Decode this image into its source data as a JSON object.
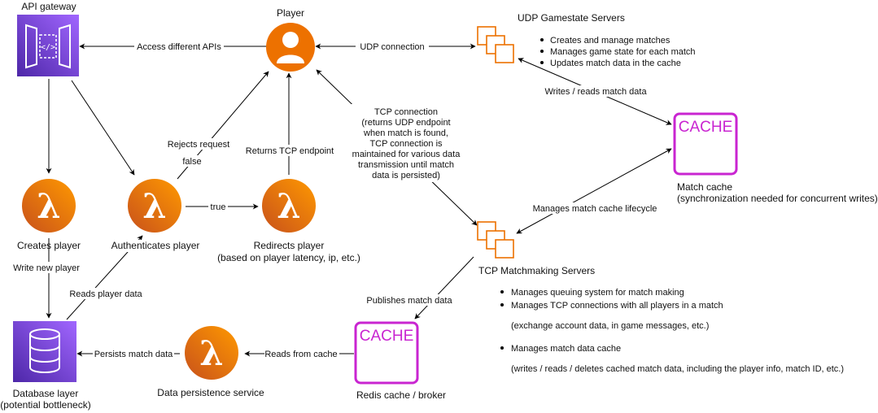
{
  "colors": {
    "orange": "#ed7100",
    "purple": "#8c4fff",
    "magenta": "#c925d1",
    "line": "#000000"
  },
  "nodes": {
    "api_gateway": {
      "label": "API gateway",
      "icon": "api-gateway-icon"
    },
    "player": {
      "label": "Player",
      "icon": "user-icon"
    },
    "udp_servers": {
      "label": "UDP Gamestate Servers",
      "icon": "server-stack-icon"
    },
    "creates_player": {
      "label": "Creates player",
      "icon": "lambda-icon"
    },
    "authenticates_player": {
      "label": "Authenticates player",
      "icon": "lambda-icon"
    },
    "redirects_player": {
      "label": "Redirects player",
      "sublabel": "(based on player latency, ip, etc.)",
      "icon": "lambda-icon"
    },
    "match_cache": {
      "icon_text": "CACHE",
      "label": "Match cache",
      "sublabel": "(synchronization needed for concurrent writes)"
    },
    "tcp_servers": {
      "label": "TCP Matchmaking Servers",
      "icon": "server-stack-icon"
    },
    "database": {
      "label": "Database layer",
      "sublabel": "(potential bottleneck)",
      "icon": "database-icon"
    },
    "data_persistence": {
      "label": "Data persistence service",
      "icon": "lambda-icon"
    },
    "redis_cache": {
      "icon_text": "CACHE",
      "label": "Redis cache / broker"
    }
  },
  "edges": {
    "access_apis": "Access different APIs",
    "udp_connection": "UDP connection",
    "writes_reads_match_data": "Writes / reads match data",
    "rejects_request": "Rejects request",
    "false_label": "false",
    "true_label": "true",
    "returns_tcp_endpoint": "Returns TCP endpoint",
    "tcp_connection": [
      "TCP connection",
      "(returns UDP endpoint",
      "when match is found,",
      "TCP connection is",
      "maintained for various data",
      "transmission until match",
      "data is persisted)"
    ],
    "manages_cache_lifecycle": "Manages match cache lifecycle",
    "write_new_player": "Write new player",
    "reads_player_data": "Reads player data",
    "publishes_match_data": "Publishes match data",
    "persists_match_data": "Persists match data",
    "reads_from_cache": "Reads from cache"
  },
  "udp_bullets": [
    "Creates and manage matches",
    "Manages game state for each match",
    "Updates match data in the cache"
  ],
  "tcp_bullets": [
    "Manages queuing system for match making",
    "Manages TCP connections with all players in a match"
  ],
  "tcp_note_1": "(exchange account data, in game messages, etc.)",
  "tcp_bullet_3": "Manages match data cache",
  "tcp_note_2": "(writes / reads / deletes cached match data, including the player info, match ID, etc.)"
}
